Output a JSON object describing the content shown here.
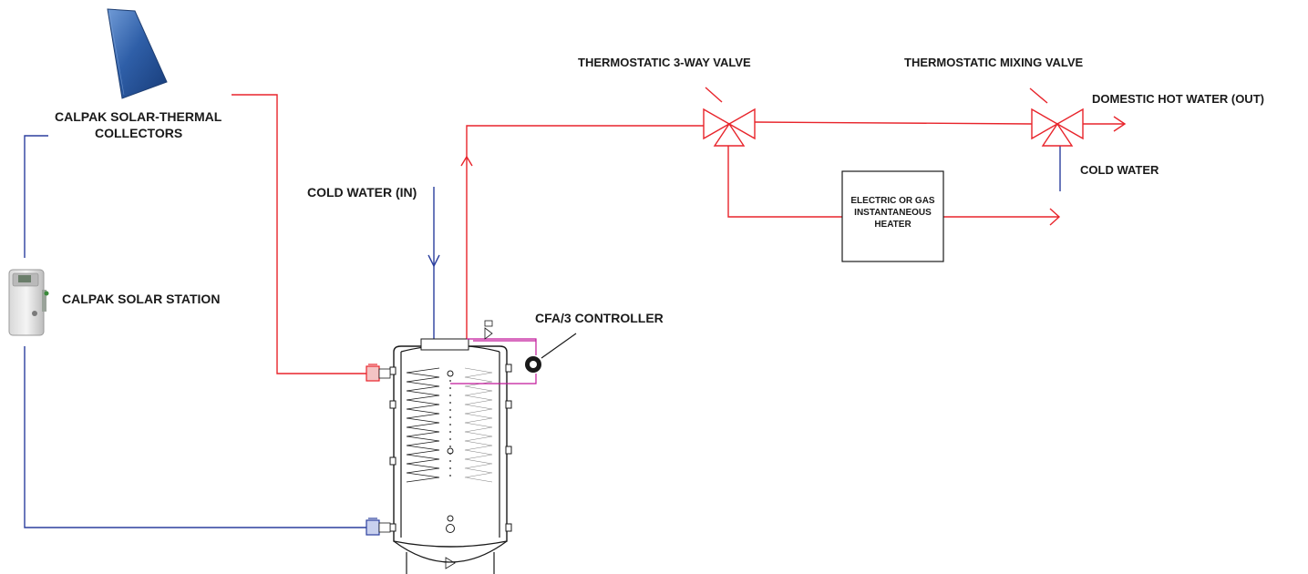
{
  "labels": {
    "collectors_line1": "CALPAK SOLAR-THERMAL",
    "collectors_line2": "COLLECTORS",
    "solar_station": "CALPAK SOLAR STATION",
    "cold_water_in": "COLD WATER (IN)",
    "controller": "CFA/3 CONTROLLER",
    "three_way_valve": "THERMOSTATIC 3-WAY VALVE",
    "mixing_valve": "THERMOSTATIC MIXING VALVE",
    "hot_water_out": "DOMESTIC HOT WATER (OUT)",
    "cold_water": "COLD WATER",
    "heater_line1": "ELECTRIC OR GAS",
    "heater_line2": "INSTANTANEOUS",
    "heater_line3": "HEATER"
  },
  "colors": {
    "hot_pipe": "#e8242b",
    "cold_pipe": "#2b3f9e",
    "secondary_pipe": "#c2189a",
    "collector_panel": "#2f5fa8"
  },
  "icons": {
    "collector": "solar-panel-icon",
    "station": "pump-station-icon",
    "tank": "storage-tank-icon",
    "pump": "circulator-pump-icon",
    "valve": "three-way-valve-icon"
  }
}
